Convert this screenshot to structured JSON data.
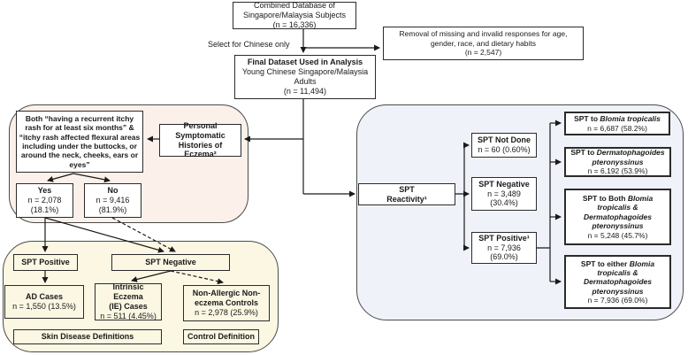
{
  "figure": {
    "colors": {
      "eczema_panel_bg": "#fbf1ea",
      "classification_panel_bg": "#fbf7e3",
      "spt_panel_bg": "#f0f2f9",
      "box_border": "#2b2b2b",
      "line_color": "#1a1a1a"
    },
    "top_flow": {
      "combined_db": "Combined Database of\nSingapore/Malaysia Subjects\n(n = 16,336)",
      "select_label": "Select for Chinese only",
      "removal": "Removal of missing and invalid responses for age,\ngender, race, and dietary habits\n(n = 2,547)",
      "final_title": "Final Dataset Used in Analysis",
      "final_body": "Young Chinese Singapore/Malaysia\nAdults\n(n = 11,494)"
    },
    "eczema_panel": {
      "criteria": "Both “having a recurrent itchy rash for at least six months” & “itchy rash affected flexural areas including under the buttocks, or around the neck, cheeks, ears or eyes”",
      "personal_hist": "Personal\nSymptomatic\nHistories of Eczema²",
      "yes_title": "Yes",
      "yes_value": "n = 2,078\n(18.1%)",
      "no_title": "No",
      "no_value": "n = 9,416\n(81.9%)"
    },
    "classification_panel": {
      "spt_positive": "SPT Positive",
      "spt_negative": "SPT Negative",
      "ad_title": "AD Cases",
      "ad_value": "n = 1,550 (13.5%)",
      "ie_title": "Intrinsic Eczema\n(IE) Cases",
      "ie_value": "n = 511 (4.45%)",
      "ctrl_title": "Non-Allergic Non-\neczema Controls",
      "ctrl_value": "n = 2,978 (25.9%)",
      "skin_def": "Skin Disease Definitions",
      "control_def": "Control Definition"
    },
    "spt_panel": {
      "reactivity": "SPT\nReactivity¹",
      "not_done_title": "SPT Not Done",
      "not_done_value": "n = 60 (0.60%)",
      "neg_title": "SPT Negative",
      "neg_value": "n = 3,489\n(30.4%)",
      "pos_title": "SPT Positive¹",
      "pos_value": "n = 7,936\n(69.0%)",
      "bt": {
        "prefix": "SPT to",
        "species": "Blomia tropicalis",
        "value": "n = 6,687 (58.2%)"
      },
      "dp": {
        "prefix": "SPT to",
        "species": "Dermatophagoides pteronyssinus",
        "value": "n = 6,192 (53.9%)"
      },
      "both": {
        "prefix": "SPT to Both",
        "species": "Blomia tropicalis & Dermatophagoides pteronyssinus",
        "value": "n = 5,248 (45.7%)"
      },
      "either": {
        "prefix": "SPT to either",
        "species": "Blomia tropicalis & Dermatophagoides pteronyssinus",
        "value": "n = 7,936 (69.0%)"
      }
    }
  }
}
